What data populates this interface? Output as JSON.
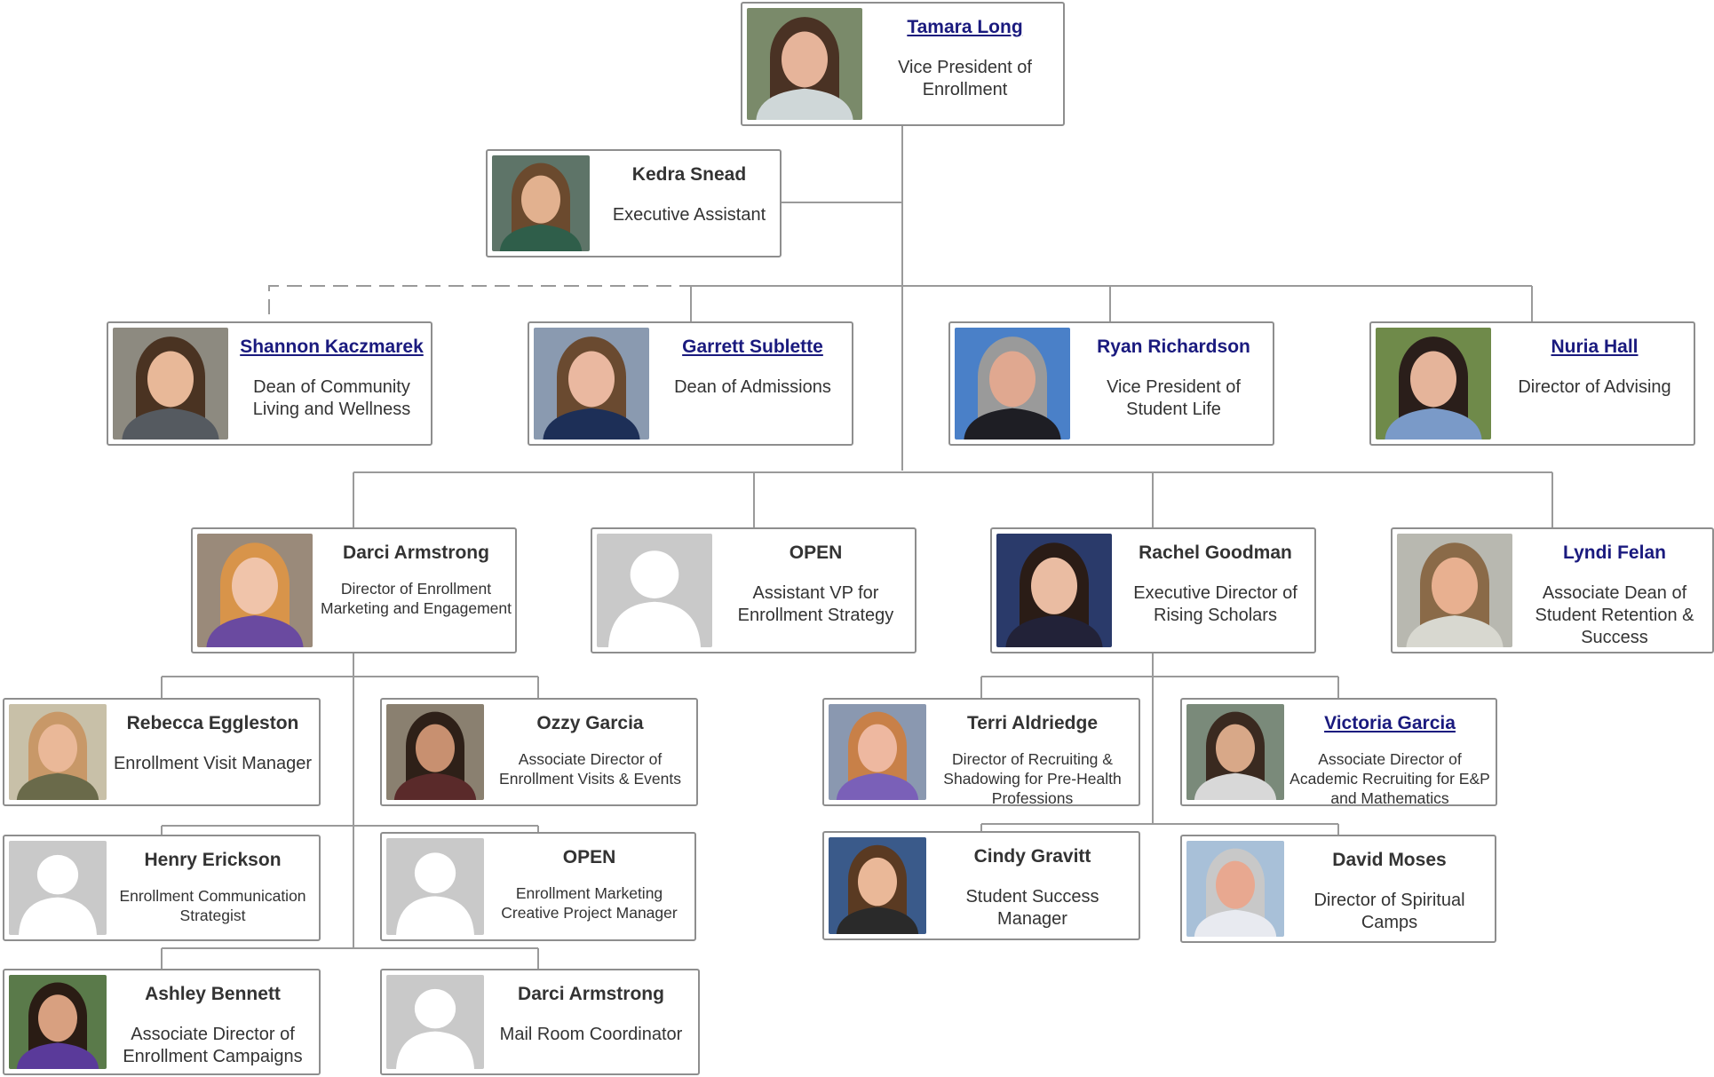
{
  "org_chart": {
    "people": [
      {
        "key": "tamara",
        "name": "Tamara Long",
        "title": "Vice President of Enrollment",
        "photo": "photo"
      },
      {
        "key": "kedra",
        "name": "Kedra Snead",
        "title": "Executive Assistant",
        "photo": "photo"
      },
      {
        "key": "shannon",
        "name": "Shannon Kaczmarek",
        "title": "Dean of Community Living and Wellness",
        "photo": "photo"
      },
      {
        "key": "garrett",
        "name": "Garrett Sublette",
        "title": "Dean of Admissions",
        "photo": "photo"
      },
      {
        "key": "ryan",
        "name": "Ryan Richardson",
        "title": "Vice President of Student Life",
        "photo": "photo"
      },
      {
        "key": "nuria",
        "name": "Nuria Hall",
        "title": "Director of Advising",
        "photo": "photo"
      },
      {
        "key": "darci",
        "name": "Darci Armstrong",
        "title": "Director of Enrollment Marketing and Engagement",
        "photo": "photo"
      },
      {
        "key": "open1",
        "name": "OPEN",
        "title": "Assistant VP for Enrollment Strategy",
        "photo": "placeholder"
      },
      {
        "key": "rachel",
        "name": "Rachel Goodman",
        "title": "Executive Director of Rising Scholars",
        "photo": "photo"
      },
      {
        "key": "lyndi",
        "name": "Lyndi Felan",
        "title": "Associate Dean of Student Retention & Success",
        "photo": "photo"
      },
      {
        "key": "rebecca",
        "name": "Rebecca Eggleston",
        "title": "Enrollment Visit Manager",
        "photo": "photo"
      },
      {
        "key": "ozzy",
        "name": "Ozzy Garcia",
        "title": "Associate Director of Enrollment Visits & Events",
        "photo": "photo"
      },
      {
        "key": "henry",
        "name": "Henry Erickson",
        "title": "Enrollment Communication Strategist",
        "photo": "placeholder"
      },
      {
        "key": "open2",
        "name": "OPEN",
        "title": "Enrollment Marketing Creative Project Manager",
        "photo": "placeholder"
      },
      {
        "key": "ashley",
        "name": "Ashley Bennett",
        "title": "Associate Director of Enrollment Campaigns",
        "photo": "photo"
      },
      {
        "key": "darci2",
        "name": "Darci Armstrong",
        "title": "Mail Room Coordinator",
        "photo": "placeholder"
      },
      {
        "key": "terri",
        "name": "Terri Aldriedge",
        "title": "Director of Recruiting & Shadowing for Pre-Health Professions",
        "photo": "photo"
      },
      {
        "key": "victoria",
        "name": "Victoria Garcia",
        "title": "Associate Director of Academic Recruiting for E&P and Mathematics",
        "photo": "photo"
      },
      {
        "key": "cindy",
        "name": "Cindy Gravitt",
        "title": "Student Success Manager",
        "photo": "photo"
      },
      {
        "key": "david",
        "name": "David Moses",
        "title": "Director of Spiritual Camps",
        "photo": "photo"
      }
    ]
  },
  "colors": {
    "border": "#8e8e8e",
    "connector": "#9a9a9a",
    "link_name": "#1a1a7e",
    "text": "#333333",
    "placeholder_bg": "#c9c9c9",
    "placeholder_figure": "#ffffff"
  }
}
